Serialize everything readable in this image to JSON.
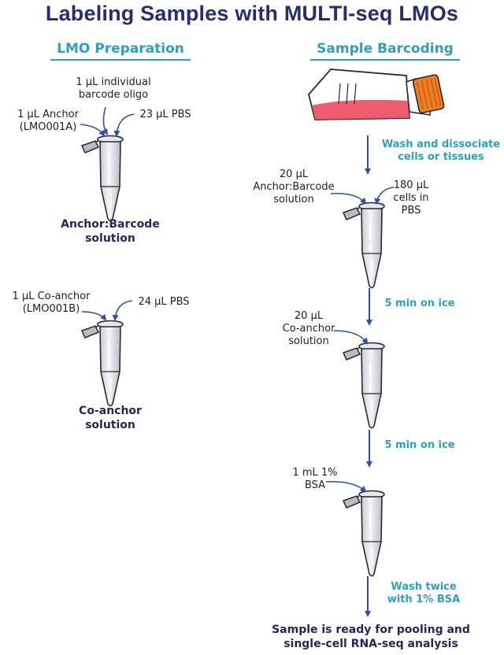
{
  "title": "Labeling Samples with MULTI-seq LMOs",
  "colors": {
    "title": "#272d6e",
    "accent": "#2e9fbf",
    "arrow": "#2f4fa8",
    "flask_orange": "#ef7d22",
    "medium_red": "#ec4a60"
  },
  "left": {
    "header": "LMO Preparation",
    "tube1": {
      "oligo_line1": "1 µL individual",
      "oligo_line2": "barcode oligo",
      "anchor_line1": "1 µL Anchor",
      "anchor_line2": "(LMO001A)",
      "pbs": "23 µL PBS",
      "caption_line1": "Anchor:Barcode",
      "caption_line2": "solution"
    },
    "tube2": {
      "coanchor_line1": "1 µL Co-anchor",
      "coanchor_line2": "(LMO001B)",
      "pbs": "24 µL PBS",
      "caption_line1": "Co-anchor",
      "caption_line2": "solution"
    }
  },
  "right": {
    "header": "Sample Barcoding",
    "step1_line1": "Wash and dissociate",
    "step1_line2": "cells or tissues",
    "tube1": {
      "reagent_line1": "20 µL",
      "reagent_line2": "Anchor:Barcode",
      "reagent_line3": "solution",
      "cells_line1": "180 µL",
      "cells_line2": "cells in",
      "cells_line3": "PBS"
    },
    "step2": "5 min on ice",
    "tube2": {
      "reagent_line1": "20 µL",
      "reagent_line2": "Co-anchor",
      "reagent_line3": "solution"
    },
    "step3": "5 min on ice",
    "tube3": {
      "reagent_line1": "1 mL 1%",
      "reagent_line2": "BSA"
    },
    "step4_line1": "Wash twice",
    "step4_line2": "with 1% BSA",
    "final_line1": "Sample is ready for pooling and",
    "final_line2": "single-cell RNA-seq analysis"
  }
}
